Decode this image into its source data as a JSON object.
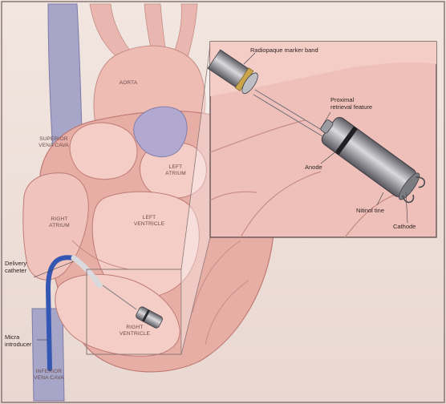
{
  "anatomy": {
    "aorta": "AORTA",
    "superior_vena_cava": "SUPERIOR\nVENA CAVA",
    "left_atrium": "LEFT\nATRIUM",
    "right_atrium": "RIGHT\nATRIUM",
    "left_ventricle": "LEFT\nVENTRICLE",
    "right_ventricle": "RIGHT\nVENTRICLE",
    "inferior_vena_cava": "INFERIOR\nVENA CAVA"
  },
  "device": {
    "delivery_catheter": "Delivery\ncatheter",
    "micra_introducer": "Micra\nintroducer",
    "radiopaque_marker_band": "Radiopaque marker band",
    "proximal_retrieval_feature": "Proximal\nretrieval feature",
    "anode": "Anode",
    "nitinol_tine": "Nitinol tine",
    "cathode": "Cathode"
  },
  "colors": {
    "background": "#eddfd8",
    "myocardium": "#e7aea6",
    "chamber": "#f3cdc6",
    "vein": "#a7a6c9",
    "catheter": "#3557b4",
    "device_metal": "#8f8f96"
  }
}
